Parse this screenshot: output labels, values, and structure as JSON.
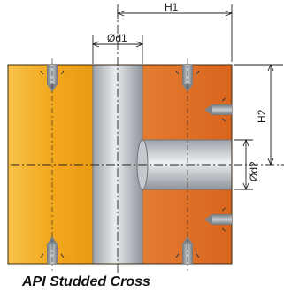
{
  "caption": "API Studded Cross",
  "dimensions": {
    "h1": "H1",
    "h2": "H2",
    "d1": "Ød1",
    "d2": "Ød2"
  },
  "colors": {
    "left_block": "#F2A81D",
    "right_block": "#E5742A",
    "bore": "#B9BEC4",
    "bore_highlight": "#E6E9EC",
    "stud": "#8E9398",
    "line": "#222222"
  }
}
